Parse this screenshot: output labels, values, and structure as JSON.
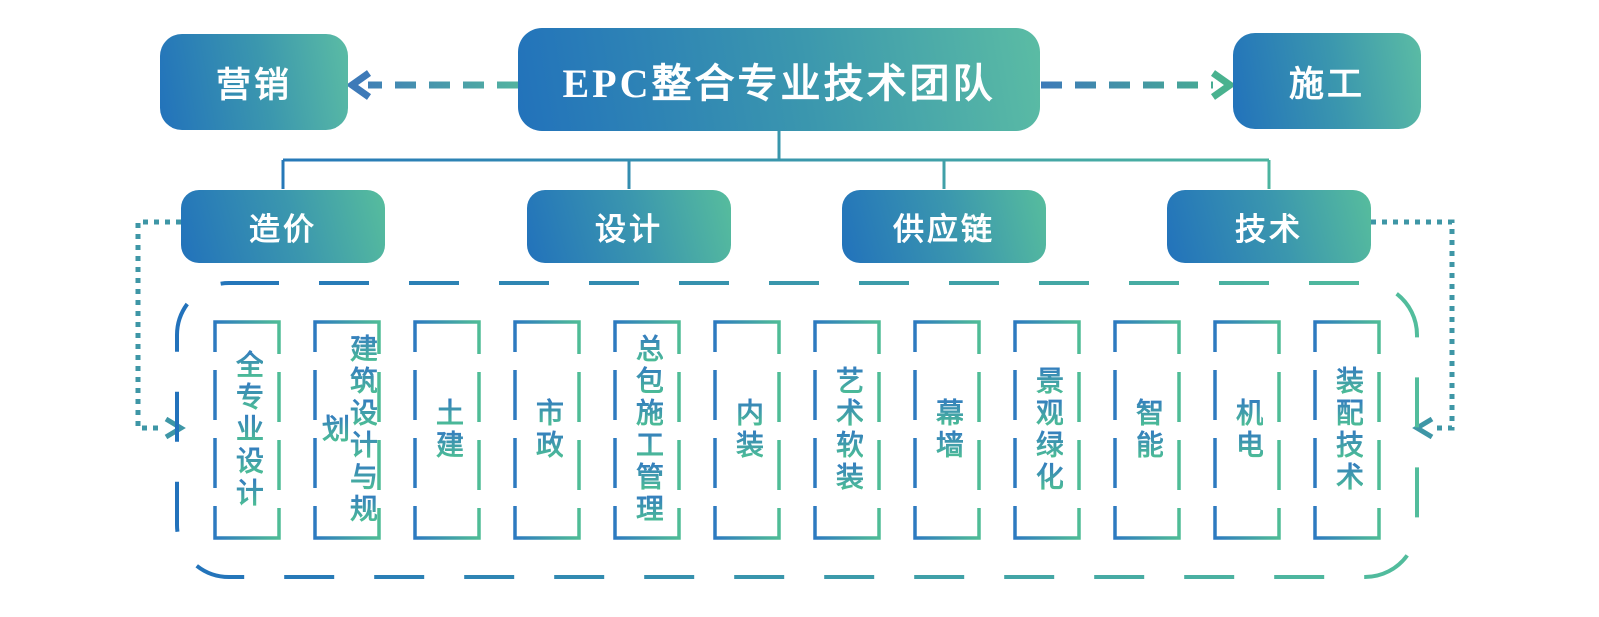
{
  "diagram": {
    "root": {
      "label": "EPC整合专业技术团队"
    },
    "left_node": {
      "label": "营销"
    },
    "right_node": {
      "label": "施工"
    },
    "departments": [
      {
        "label": "造价"
      },
      {
        "label": "设计"
      },
      {
        "label": "供应链"
      },
      {
        "label": "技术"
      }
    ],
    "specialties": [
      {
        "label": "全专业设计"
      },
      {
        "label": "建筑设计与规划"
      },
      {
        "label": "土建"
      },
      {
        "label": "市政"
      },
      {
        "label": "总包施工管理"
      },
      {
        "label": "内装"
      },
      {
        "label": "艺术软装"
      },
      {
        "label": "幕墙"
      },
      {
        "label": "景观绿化"
      },
      {
        "label": "智能"
      },
      {
        "label": "机电"
      },
      {
        "label": "装配技术"
      }
    ],
    "colors": {
      "blue": "#2272bb",
      "green": "#52bd9c",
      "node_gradient_start": "#2272bb",
      "node_gradient_end": "#5bbca4",
      "text_gradient_top": "#3580bd",
      "text_gradient_bottom": "#4cbd96",
      "dotted_teal": "#3e96a6",
      "arrow_blue": "#3d7ab8",
      "arrow_green": "#49b28f"
    }
  }
}
